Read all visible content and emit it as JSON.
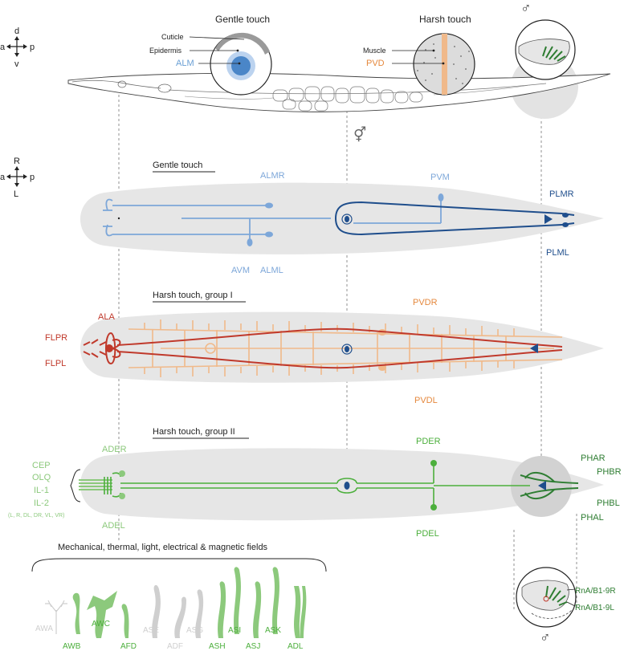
{
  "colors": {
    "gentle_light": "#7da7d9",
    "gentle_dark": "#1f4e8c",
    "harsh1_red": "#c0392b",
    "harsh1_orange": "#f0b98a",
    "harsh1_orange_text": "#e5883d",
    "harsh2_green": "#4caf3c",
    "harsh2_light": "#8cc97c",
    "harsh2_dark": "#2e7d32",
    "grey_body": "#e6e6e6",
    "grey_neuron": "#cfcfcf",
    "text_dark": "#222222"
  },
  "icons": [
    "compass-cross-icon",
    "male-symbol-icon",
    "hermaphrodite-symbol-icon"
  ],
  "top": {
    "gentle_title": "Gentle touch",
    "harsh_title": "Harsh touch",
    "cuticle": "Cuticle",
    "epidermis": "Epidermis",
    "alm": "ALM",
    "muscle": "Muscle",
    "pvd": "PVD",
    "axis": {
      "d": "d",
      "v": "v",
      "a": "a",
      "p": "p"
    },
    "male_symbol": "♂",
    "herm_symbol": "⚥"
  },
  "axis2": {
    "r": "R",
    "l": "L",
    "a": "a",
    "p": "p"
  },
  "gentle": {
    "title": "Gentle touch",
    "almr": "ALMR",
    "pvm": "PVM",
    "plmr": "PLMR",
    "plml": "PLML",
    "avm": "AVM",
    "alml": "ALML"
  },
  "harsh1": {
    "title": "Harsh touch, group I",
    "ala": "ALA",
    "flpr": "FLPR",
    "flpl": "FLPL",
    "pvdr": "PVDR",
    "pvdl": "PVDL"
  },
  "harsh2": {
    "title": "Harsh touch, group II",
    "ader": "ADER",
    "adel": "ADEL",
    "cep": "CEP",
    "olq": "OLQ",
    "il1": "IL-1",
    "il2": "IL-2",
    "il2_sub": "(L, R, DL, DR, VL, VR)",
    "pder": "PDER",
    "pdel": "PDEL",
    "phar": "PHAR",
    "phbr": "PHBR",
    "phbl": "PHBL",
    "phal": "PHAL",
    "rna_r": "RnA/B1-9R",
    "rna_l": "RnA/B1-9L",
    "male_symbol": "♂"
  },
  "amphid": {
    "title": "Mechanical, thermal, light, electrical & magnetic fields",
    "neurons": [
      {
        "name": "AWA",
        "active": false
      },
      {
        "name": "AWB",
        "active": true
      },
      {
        "name": "AWC",
        "active": true
      },
      {
        "name": "AFD",
        "active": true
      },
      {
        "name": "ASE",
        "active": false
      },
      {
        "name": "ADF",
        "active": false
      },
      {
        "name": "ASG",
        "active": false
      },
      {
        "name": "ASH",
        "active": true
      },
      {
        "name": "ASI",
        "active": true
      },
      {
        "name": "ASJ",
        "active": true
      },
      {
        "name": "ASK",
        "active": true
      },
      {
        "name": "ADL",
        "active": true
      }
    ]
  }
}
